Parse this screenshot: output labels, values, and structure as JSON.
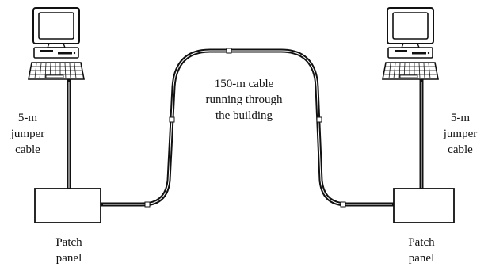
{
  "left_station": {
    "jumper_label": [
      "5-m",
      "jumper",
      "cable"
    ],
    "panel_label": [
      "Patch",
      "panel"
    ]
  },
  "right_station": {
    "jumper_label": [
      "5-m",
      "jumper",
      "cable"
    ],
    "panel_label": [
      "Patch",
      "panel"
    ]
  },
  "backbone": {
    "label": [
      "150-m cable",
      "running through",
      "the building"
    ]
  },
  "icons": {
    "left_computer": "desktop-computer-icon",
    "right_computer": "desktop-computer-icon",
    "left_patch_panel": "patch-panel-box",
    "right_patch_panel": "patch-panel-box"
  },
  "colors": {
    "line": "#111111",
    "fill": "#ffffff"
  }
}
